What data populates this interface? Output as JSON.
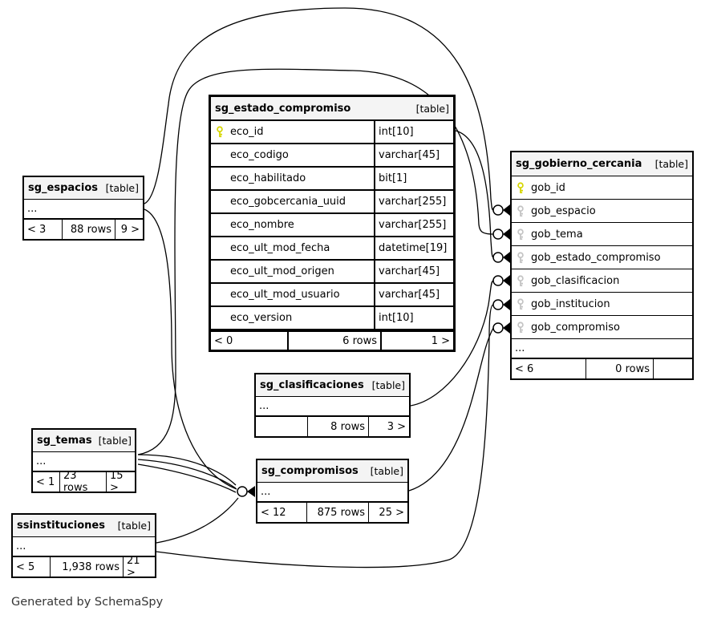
{
  "diagram": {
    "footer_note": "Generated by SchemaSpy"
  },
  "colors": {
    "primary_key": "#d6d600",
    "foreign_key": "#c4c4c4",
    "relationship_line": "#000000",
    "header_bg": "#f4f4f4"
  },
  "tables": [
    {
      "id": "sg_estado_compromiso",
      "name": "sg_estado_compromiso",
      "badge": "[table]",
      "emphasized": true,
      "columns": [
        {
          "name": "eco_id",
          "type": "int[10]",
          "key": "primary"
        },
        {
          "name": "eco_codigo",
          "type": "varchar[45]",
          "key": "none"
        },
        {
          "name": "eco_habilitado",
          "type": "bit[1]",
          "key": "none"
        },
        {
          "name": "eco_gobcercania_uuid",
          "type": "varchar[255]",
          "key": "none"
        },
        {
          "name": "eco_nombre",
          "type": "varchar[255]",
          "key": "none"
        },
        {
          "name": "eco_ult_mod_fecha",
          "type": "datetime[19]",
          "key": "none"
        },
        {
          "name": "eco_ult_mod_origen",
          "type": "varchar[45]",
          "key": "none"
        },
        {
          "name": "eco_ult_mod_usuario",
          "type": "varchar[45]",
          "key": "none"
        },
        {
          "name": "eco_version",
          "type": "int[10]",
          "key": "none"
        }
      ],
      "footer": {
        "left": "< 0",
        "center": "6 rows",
        "right": "1 >"
      }
    },
    {
      "id": "sg_gobierno_cercania",
      "name": "sg_gobierno_cercania",
      "badge": "[table]",
      "emphasized": false,
      "columns": [
        {
          "name": "gob_id",
          "key": "primary"
        },
        {
          "name": "gob_espacio",
          "key": "foreign"
        },
        {
          "name": "gob_tema",
          "key": "foreign"
        },
        {
          "name": "gob_estado_compromiso",
          "key": "foreign"
        },
        {
          "name": "gob_clasificacion",
          "key": "foreign"
        },
        {
          "name": "gob_institucion",
          "key": "foreign"
        },
        {
          "name": "gob_compromiso",
          "key": "foreign"
        }
      ],
      "ellipsis": "...",
      "footer": {
        "left": "< 6",
        "center": "0 rows",
        "right": ""
      }
    },
    {
      "id": "sg_espacios",
      "name": "sg_espacios",
      "badge": "[table]",
      "emphasized": false,
      "columns": [],
      "ellipsis": "...",
      "footer": {
        "left": "< 3",
        "center": "88 rows",
        "right": "9 >"
      }
    },
    {
      "id": "sg_clasificaciones",
      "name": "sg_clasificaciones",
      "badge": "[table]",
      "emphasized": false,
      "columns": [],
      "ellipsis": "...",
      "footer": {
        "left": "",
        "center": "8 rows",
        "right": "3 >"
      }
    },
    {
      "id": "sg_temas",
      "name": "sg_temas",
      "badge": "[table]",
      "emphasized": false,
      "columns": [],
      "ellipsis": "...",
      "footer": {
        "left": "< 1",
        "center": "23 rows",
        "right": "15 >"
      }
    },
    {
      "id": "sg_compromisos",
      "name": "sg_compromisos",
      "badge": "[table]",
      "emphasized": false,
      "columns": [],
      "ellipsis": "...",
      "footer": {
        "left": "< 12",
        "center": "875 rows",
        "right": "25 >"
      }
    },
    {
      "id": "ssinstituciones",
      "name": "ssinstituciones",
      "badge": "[table]",
      "emphasized": false,
      "columns": [],
      "ellipsis": "...",
      "footer": {
        "left": "< 5",
        "center": "1,938 rows",
        "right": "21 >"
      }
    }
  ],
  "relationships": [
    {
      "from": "sg_espacios",
      "to": "sg_gobierno_cercania.gob_espacio"
    },
    {
      "from": "sg_temas",
      "to": "sg_gobierno_cercania.gob_tema"
    },
    {
      "from": "sg_estado_compromiso.eco_id",
      "to": "sg_gobierno_cercania.gob_estado_compromiso"
    },
    {
      "from": "sg_clasificaciones",
      "to": "sg_gobierno_cercania.gob_clasificacion"
    },
    {
      "from": "ssinstituciones",
      "to": "sg_gobierno_cercania.gob_institucion"
    },
    {
      "from": "sg_compromisos",
      "to": "sg_gobierno_cercania.gob_compromiso"
    },
    {
      "from": "sg_espacios",
      "to": "sg_compromisos"
    },
    {
      "from": "sg_temas",
      "to": "sg_compromisos"
    },
    {
      "from": "ssinstituciones",
      "to": "sg_compromisos"
    }
  ]
}
